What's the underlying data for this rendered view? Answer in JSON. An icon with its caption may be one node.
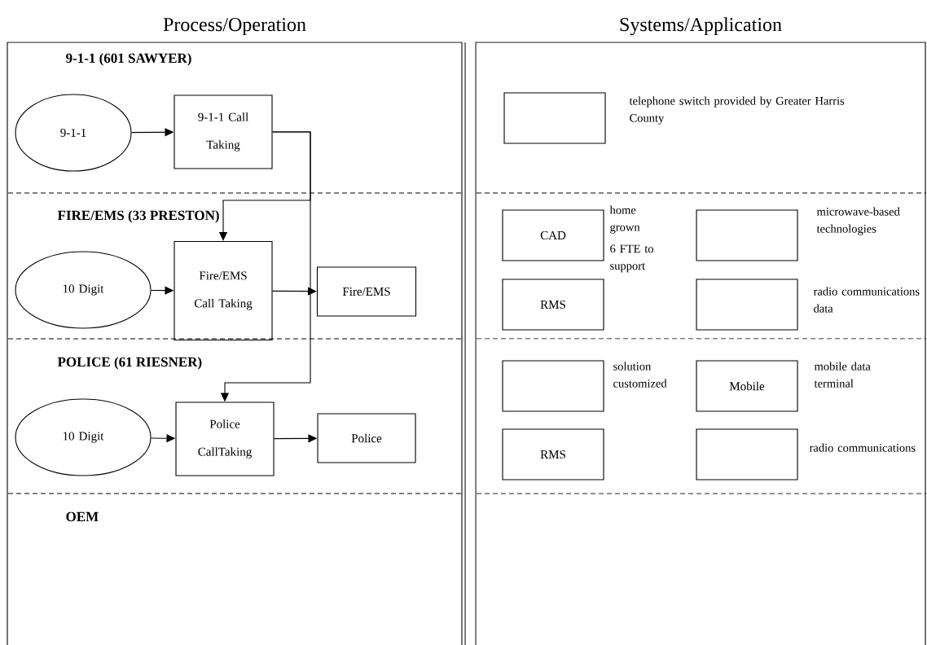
{
  "diagram": {
    "nodes": [
      {
        "text": [
          "Process/Operation"
        ]
      },
      {
        "text": [
          "9-1-1"
        ],
        "in": 0
      },
      {
        "text": [
          "9-1-1 Call Taking"
        ],
        "in": 0
      },
      {
        "text": [
          "10 Digit"
        ],
        "in": 0
      },
      {
        "text": [
          "Fire/EMS Call Taking"
        ],
        "in": 0
      },
      {
        "text": [
          "Fire/EMS"
        ],
        "in": 0
      },
      {
        "text": [
          "10 Digit"
        ],
        "in": 0
      },
      {
        "text": [
          "Police CallTaking"
        ],
        "in": 0
      },
      {
        "text": [
          "Police"
        ],
        "in": 0
      },
      {
        "text": [
          "Systems/Application"
        ]
      },
      {
        "text": [],
        "shape": "box",
        "in": 9,
        "beside": [
          "telephone switch  provided by Greater Harris County"
        ]
      },
      {
        "text": [
          "CAD"
        ],
        "in": 9,
        "beside": [
          "home grown",
          "6 FTE to support"
        ]
      },
      {
        "text": [],
        "shape": "box",
        "in": 9,
        "beside": [
          "microwave-based technologies"
        ]
      },
      {
        "text": [
          "RMS"
        ],
        "in": 9
      },
      {
        "text": [],
        "shape": "box",
        "in": 9,
        "beside": [
          "radio communications data"
        ]
      },
      {
        "text": [],
        "shape": "box",
        "in": 9,
        "beside": [
          "solution customized"
        ]
      },
      {
        "text": [
          "Mobile"
        ],
        "in": 9,
        "beside": [
          "mobile data terminal"
        ]
      },
      {
        "text": [
          "RMS"
        ],
        "in": 9
      },
      {
        "text": [],
        "shape": "box",
        "in": 9,
        "beside": [
          "radio communications"
        ]
      }
    ],
    "edges": [
      {
        "from": 1,
        "to": 2,
        "arrow": "to"
      },
      {
        "from": 2,
        "to": 4,
        "arrow": "to"
      },
      {
        "from": 2,
        "to": 7,
        "arrow": "to"
      },
      {
        "from": 3,
        "to": 4,
        "arrow": "to"
      },
      {
        "from": 4,
        "to": 5,
        "arrow": "to"
      },
      {
        "from": 6,
        "to": 7,
        "arrow": "to"
      },
      {
        "from": 7,
        "to": 8,
        "arrow": "to"
      }
    ],
    "labels": [
      "9-1-1 (601 SAWYER)",
      "FIRE/EMS (33 PRESTON)",
      "POLICE (61 RIESNER)",
      "OEM"
    ]
  }
}
